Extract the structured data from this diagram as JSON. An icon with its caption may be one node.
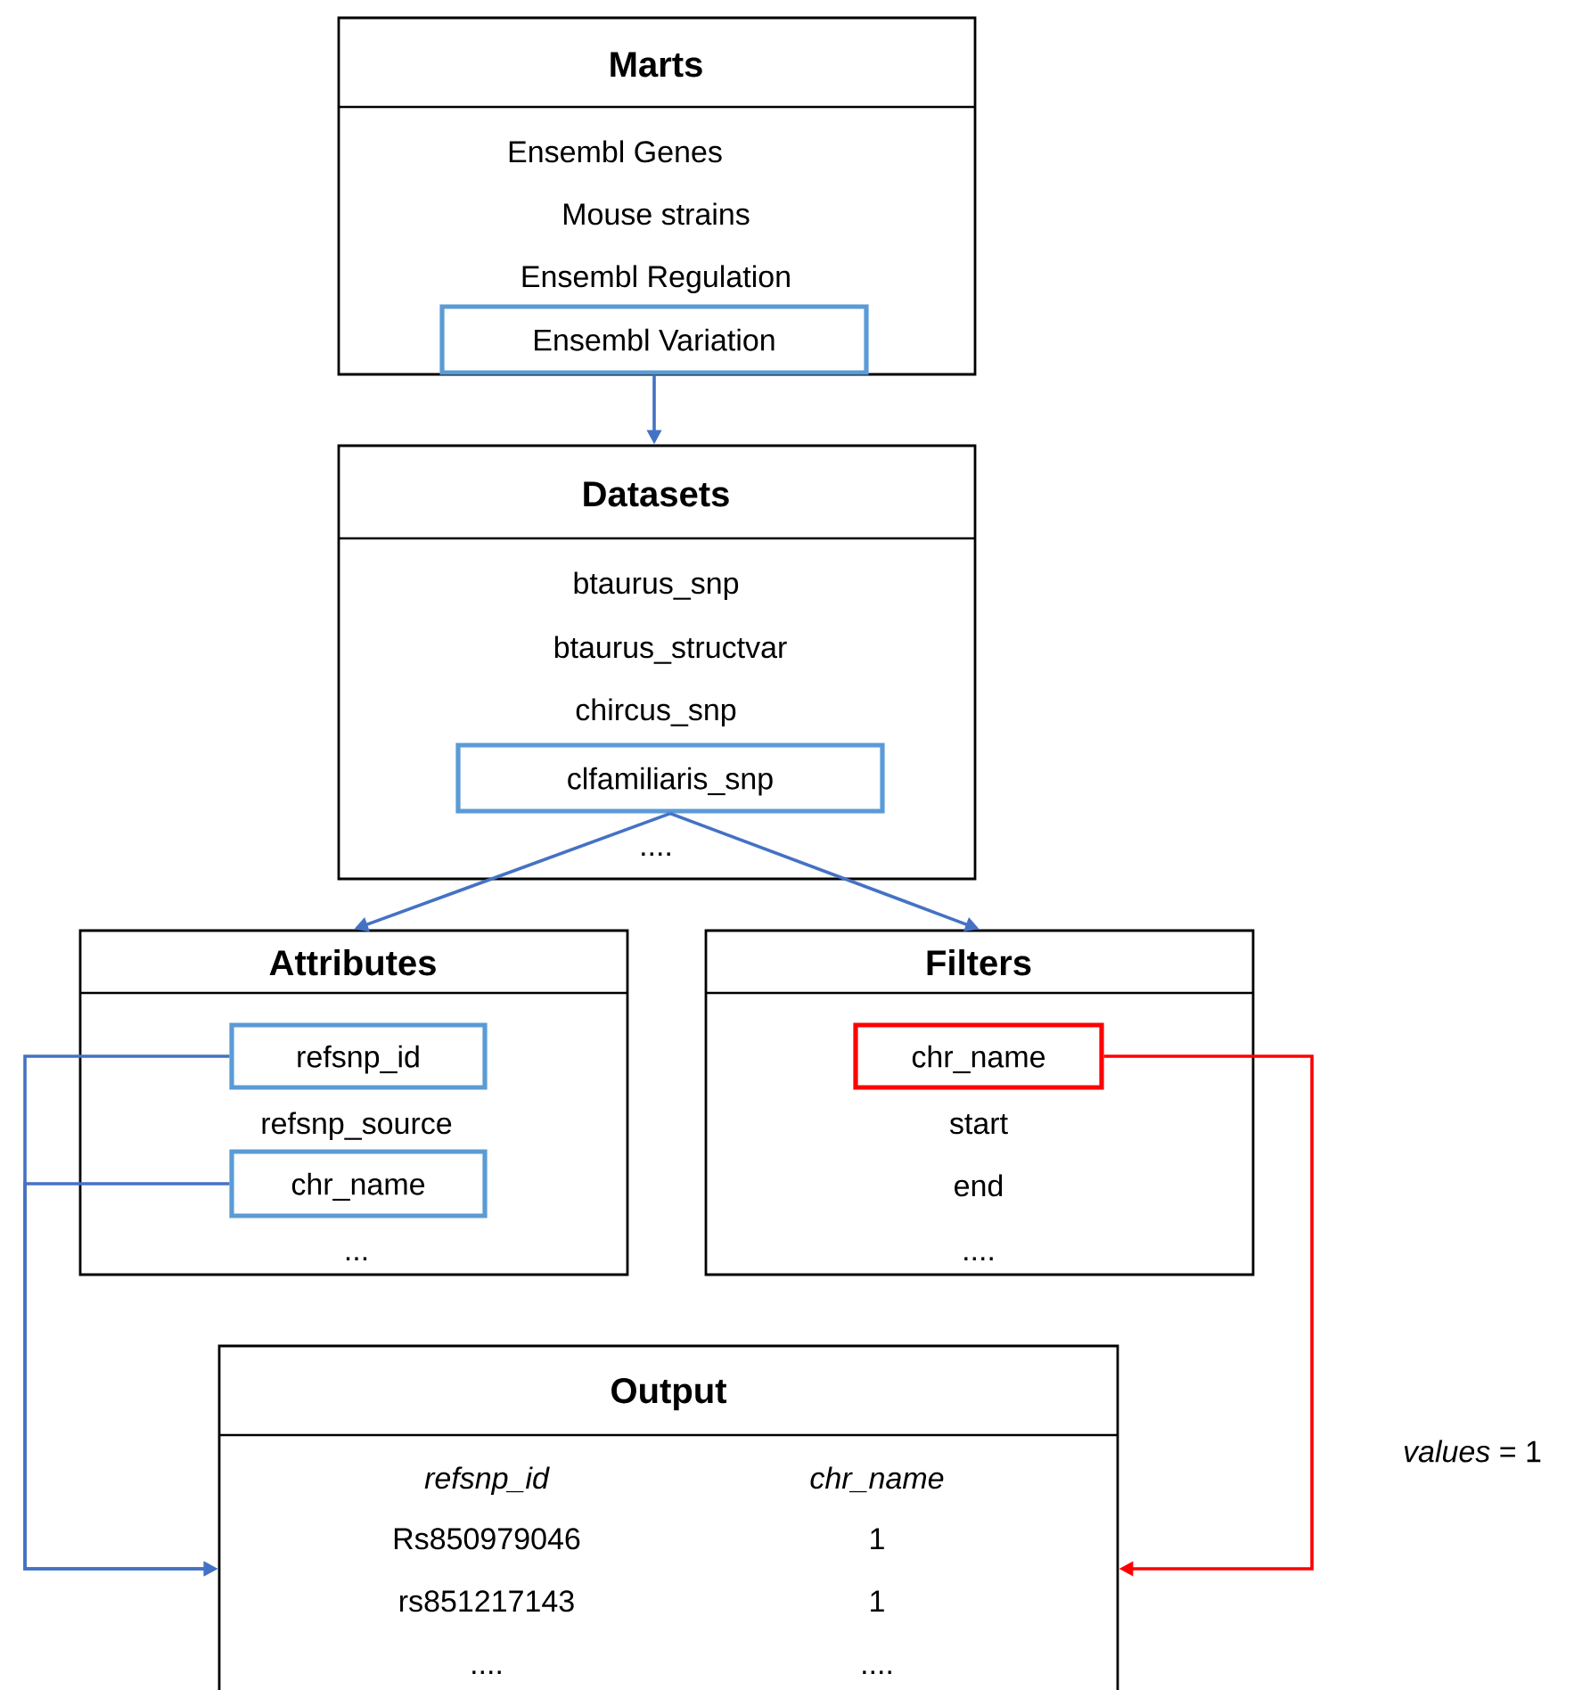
{
  "diagram": {
    "nodes": [
      {
        "text": [
          "Marts",
          "Ensembl Genes",
          "Mouse strains",
          "Ensembl Regulation"
        ]
      },
      {
        "text": [
          "Ensembl Variation"
        ],
        "in": 0
      },
      {
        "text": [
          "Datasets",
          "btaurus_snp",
          "btaurus_structvar",
          "chircus_snp",
          "...."
        ]
      },
      {
        "text": [
          "clfamiliaris_snp"
        ],
        "in": 2
      },
      {
        "text": [
          "Attributes",
          "refsnp_source",
          "..."
        ]
      },
      {
        "text": [
          "refsnp_id"
        ],
        "in": 4
      },
      {
        "text": [
          "chr_name"
        ],
        "in": 4
      },
      {
        "text": [
          "Filters",
          "start",
          "end",
          "...."
        ]
      },
      {
        "text": [
          "chr_name"
        ],
        "in": 7
      },
      {
        "text": [
          "Output",
          "refsnp_id",
          "chr_name",
          "Rs850979046",
          "1",
          "rs851217143",
          "1",
          "....",
          "...."
        ]
      }
    ],
    "edges": [
      {
        "from": 1,
        "to": 2,
        "arrow": "to"
      },
      {
        "from": 3,
        "to": 4,
        "arrow": "to"
      },
      {
        "from": 3,
        "to": 7,
        "arrow": "to"
      },
      {
        "from": 5,
        "to": 9,
        "arrow": "to"
      },
      {
        "from": 6,
        "to": 9,
        "arrow": "to"
      },
      {
        "from": 8,
        "to": 9,
        "arrow": "to",
        "color": "#ff0000",
        "label": "*values* = 1"
      }
    ]
  }
}
